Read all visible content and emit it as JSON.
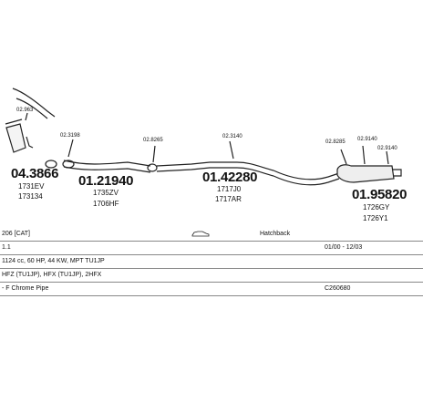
{
  "parts": [
    {
      "id": "p1",
      "number": "04.3866",
      "oem": [
        "1731EV",
        "173134"
      ],
      "callout": "02.963"
    },
    {
      "id": "p2",
      "number": "01.21940",
      "oem": [
        "1735ZV",
        "1706HF"
      ],
      "callout": "02.3198"
    },
    {
      "id": "p3",
      "callout": "02.8265"
    },
    {
      "id": "p4",
      "number": "01.42280",
      "oem": [
        "1717J0",
        "1717AR"
      ],
      "callout": "02.3140"
    },
    {
      "id": "p5",
      "number": "01.95820",
      "oem": [
        "1726GY",
        "1726Y1"
      ],
      "callouts": [
        "02.8285",
        "02.9140",
        "02.9140"
      ]
    }
  ],
  "vehicle": {
    "model": "206 [CAT]",
    "body": "Hatchback",
    "fuel": "1.1",
    "period": "01/00 - 12/03",
    "engine": "1124 cc, 60 HP, 44 KW, MPT TU1JP",
    "engine_codes": "HFZ (TU1JP), HFX (TU1JP), 2HFX",
    "description": "- F Chrome Pipe",
    "reference": "C260680"
  }
}
